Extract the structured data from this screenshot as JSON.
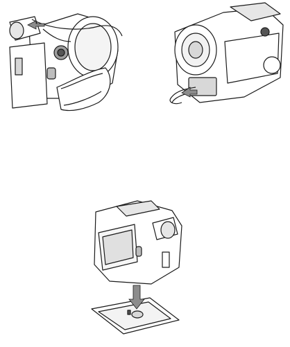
{
  "figures": [
    {
      "id": "figure-camera-strap-rear",
      "kind": "line-illustration"
    },
    {
      "id": "figure-camera-cable-front",
      "kind": "line-illustration"
    },
    {
      "id": "figure-camera-tripod-plate",
      "kind": "line-illustration"
    }
  ],
  "colors": {
    "line": "#1a1a1a",
    "fill": "#ffffff",
    "shade": "#bdbdbd",
    "dark": "#555555",
    "arrow": "#8c8c8c"
  }
}
